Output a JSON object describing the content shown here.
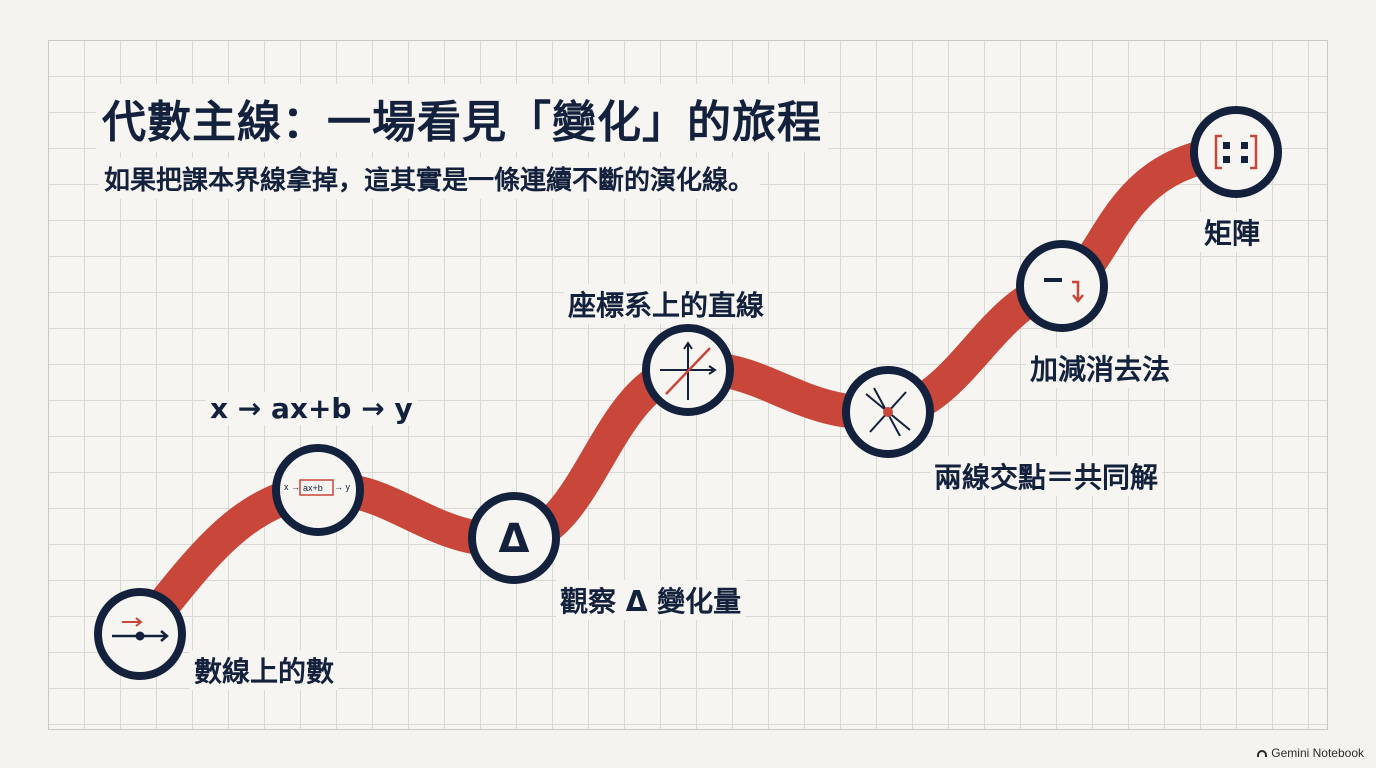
{
  "title": "代數主線：一場看見「變化」的旅程",
  "subtitle": "如果把課本界線拿掉，這其實是一條連續不斷的演化線。",
  "colors": {
    "path": "#c9473a",
    "ring": "#14213d",
    "accent": "#c9473a",
    "background": "#f4f3ee",
    "grid": "#d9d9d4"
  },
  "milestones": [
    {
      "label": "數線上的數",
      "icon": "number-line-arrow-icon"
    },
    {
      "label": "x → ax+b → y",
      "icon": "function-machine-icon",
      "icon_text": {
        "input": "x →",
        "box": "ax+b",
        "output": "→ y"
      }
    },
    {
      "label": "觀察 Δ 變化量",
      "icon": "delta-icon",
      "icon_text": "Δ"
    },
    {
      "label": "座標系上的直線",
      "icon": "coordinate-line-icon"
    },
    {
      "label": "兩線交點＝共同解",
      "icon": "intersection-icon"
    },
    {
      "label": "加減消去法",
      "icon": "elimination-icon"
    },
    {
      "label": "矩陣",
      "icon": "matrix-icon"
    }
  ],
  "brand": {
    "label": "Gemini Notebook",
    "icon": "notebook-icon"
  }
}
